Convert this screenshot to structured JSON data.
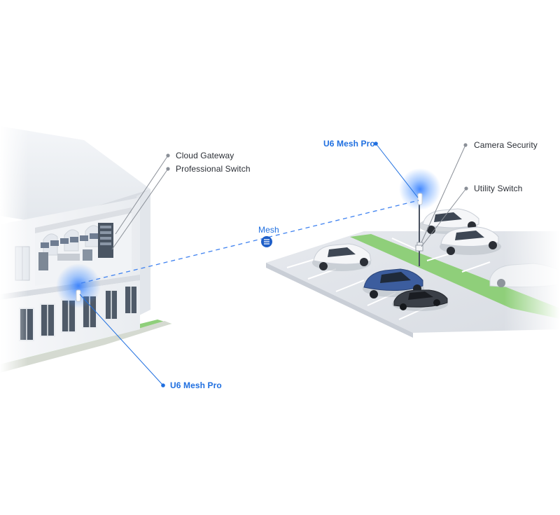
{
  "labels": {
    "cloud_gateway": "Cloud Gateway",
    "professional_switch": "Professional Switch",
    "u6_mesh_pro_left": "U6 Mesh Pro",
    "u6_mesh_pro_right": "U6 Mesh Pro",
    "camera_security": "Camera Security",
    "utility_switch": "Utility Switch",
    "mesh": "Mesh"
  },
  "colors": {
    "accent_blue": "#1f6fe0",
    "label_dark": "#2b2f36",
    "leader_gray": "#8a8f97",
    "grass": "#8fcf7a"
  },
  "icons": {
    "mesh_badge": "mesh-icon"
  }
}
